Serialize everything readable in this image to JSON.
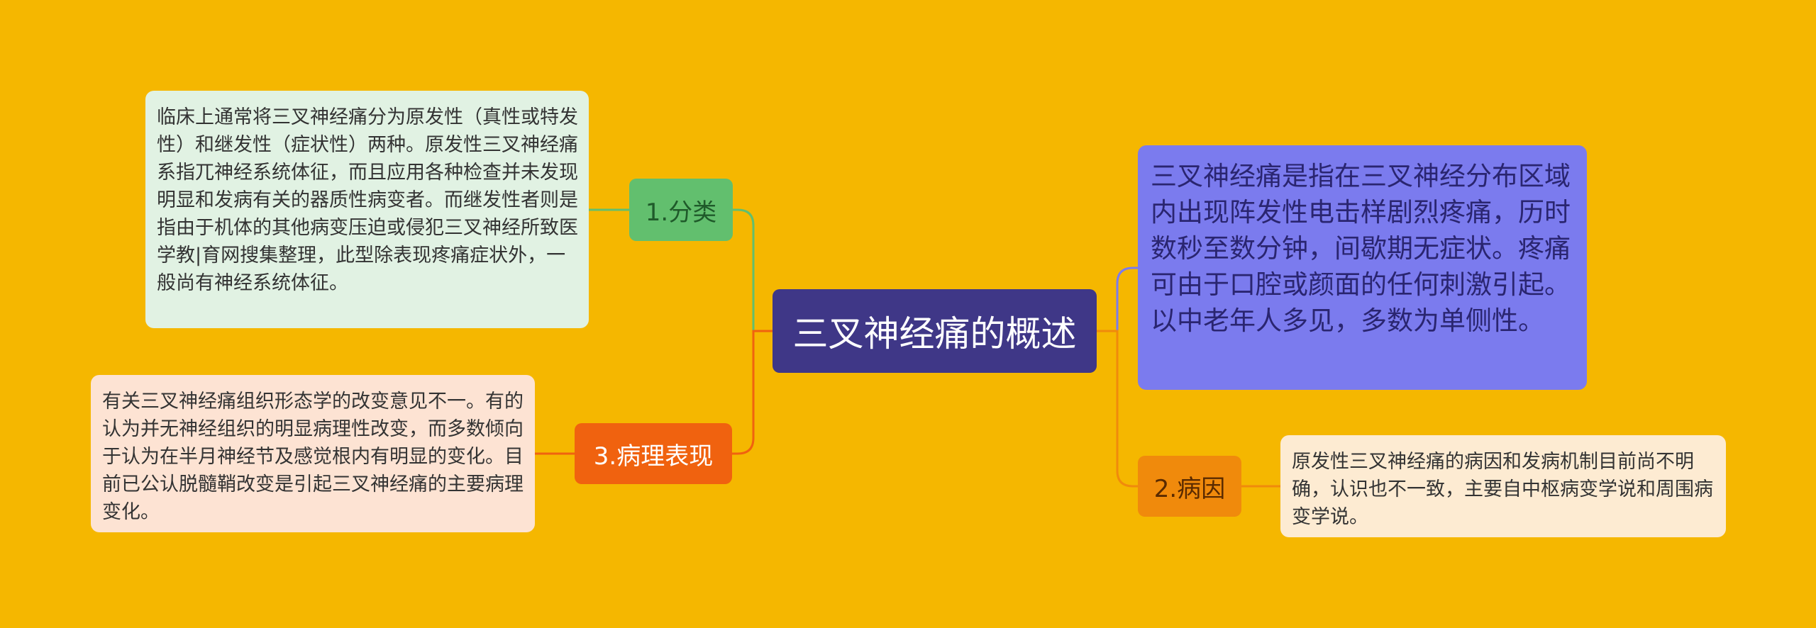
{
  "center": {
    "title": "三叉神经痛的概述",
    "color": "#3F3787"
  },
  "description": {
    "text": "三叉神经痛是指在三叉神经分布区域内出现阵发性电击样剧烈疼痛，历时数秒至数分钟，间歇期无症状。疼痛可由于口腔或颜面的任何刺激引起。以中老年人多见，多数为单侧性。",
    "color": "#7B7BEE"
  },
  "branches": [
    {
      "label": "1.分类",
      "color": "#62BF6E",
      "detail": "临床上通常将三叉神经痛分为原发性（真性或特发性）和继发性（症状性）两种。原发性三叉神经痛系指兀神经系统体征，而且应用各种检查并未发现明显和发病有关的器质性病变者。而继发性者则是指由于机体的其他病变压迫或侵犯三叉神经所致医学教|育网搜集整理，此型除表现疼痛症状外，一般尚有神经系统体征。"
    },
    {
      "label": "2.病因",
      "color": "#F08A0C",
      "detail": "原发性三叉神经痛的病因和发病机制目前尚不明确，认识也不一致，主要自中枢病变学说和周围病变学说。"
    },
    {
      "label": "3.病理表现",
      "color": "#F0620F",
      "detail": "有关三叉神经痛组织形态学的改变意见不一。有的认为并无神经组织的明显病理性改变，而多数倾向于认为在半月神经节及感觉根内有明显的变化。目前已公认脱髓鞘改变是引起三叉神经痛的主要病理变化。"
    }
  ],
  "background": "#F5B700"
}
